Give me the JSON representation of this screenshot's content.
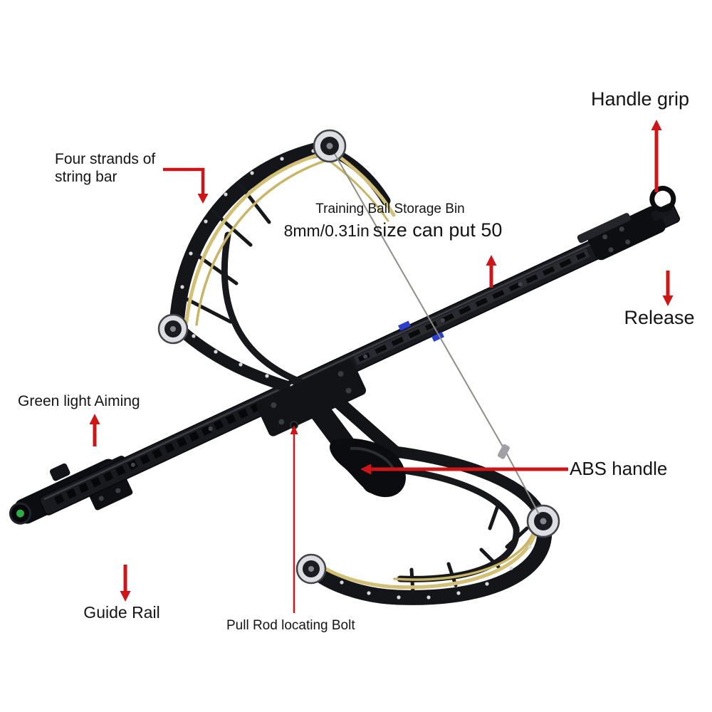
{
  "colors": {
    "background": "#ffffff",
    "annotation_arrow": "#d01518",
    "label_text": "#141414",
    "device_body": "#17181c",
    "elastic_band": "#d3c075",
    "blue_accent": "#2b3fd0",
    "green_lens": "#2fae47"
  },
  "annotations": {
    "handle_grip": {
      "label": "Handle grip"
    },
    "release": {
      "label": "Release"
    },
    "four_strands": {
      "line1": "Four strands of",
      "line2": "string bar"
    },
    "storage_bin": {
      "title": "Training Ball Storage Bin",
      "size_small": "8mm/0.31in",
      "size_large": "size can put 50"
    },
    "green_light": {
      "label": "Green light Aiming"
    },
    "abs_handle": {
      "label": "ABS handle"
    },
    "guide_rail": {
      "label": "Guide Rail"
    },
    "pull_rod": {
      "label": "Pull Rod locating Bolt"
    }
  }
}
